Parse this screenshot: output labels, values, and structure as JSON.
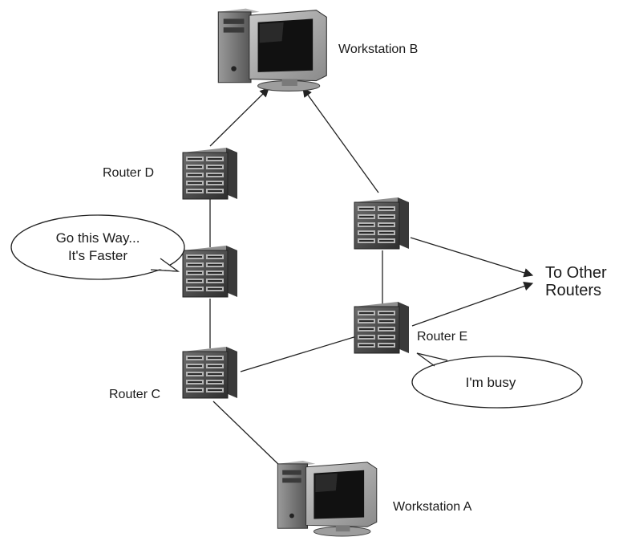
{
  "nodes": {
    "workstation_b": "Workstation B",
    "workstation_a": "Workstation A",
    "router_d": "Router D",
    "router_c": "Router C",
    "router_e": "Router E",
    "other_routers_line1": "To Other",
    "other_routers_line2": "Routers"
  },
  "callouts": {
    "faster_line1": "Go this Way...",
    "faster_line2": "It's Faster",
    "busy": "I'm busy"
  }
}
